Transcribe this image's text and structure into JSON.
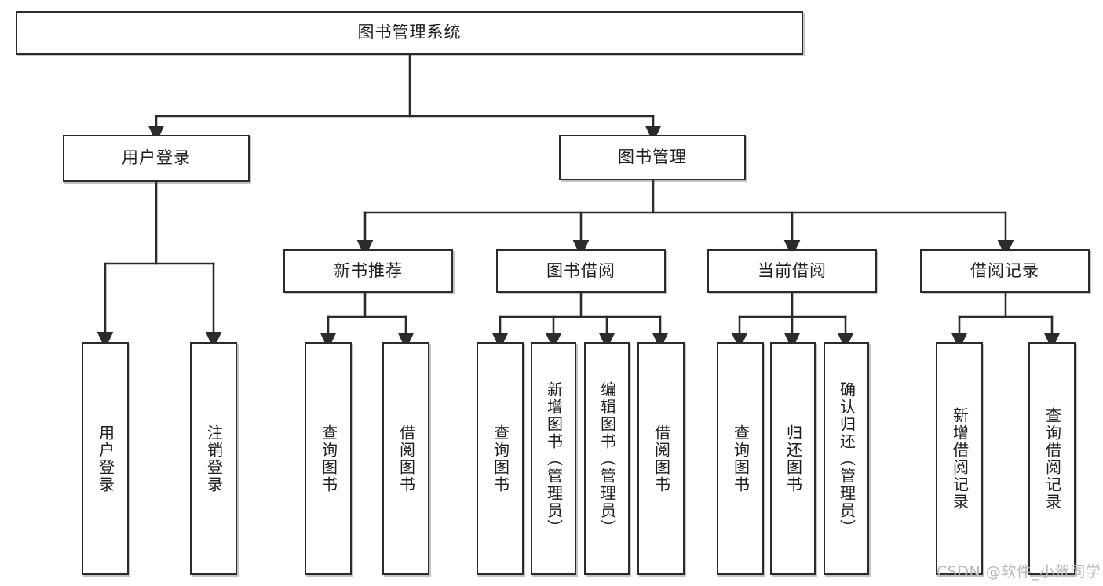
{
  "diagram": {
    "title": "图书管理系统",
    "type": "functional-structure-tree",
    "root": {
      "label": "图书管理系统"
    },
    "level2": [
      {
        "label": "用户登录"
      },
      {
        "label": "图书管理"
      }
    ],
    "level3": [
      {
        "label": "新书推荐"
      },
      {
        "label": "图书借阅"
      },
      {
        "label": "当前借阅"
      },
      {
        "label": "借阅记录"
      }
    ],
    "leaves": {
      "user_login": [
        {
          "label": "用户登录"
        },
        {
          "label": "注销登录"
        }
      ],
      "new_book_recommend": [
        {
          "label": "查询图书"
        },
        {
          "label": "借阅图书"
        }
      ],
      "book_borrow": [
        {
          "label": "查询图书"
        },
        {
          "label": "新增图书（管理员）"
        },
        {
          "label": "编辑图书（管理员）"
        },
        {
          "label": "借阅图书"
        }
      ],
      "current_borrow": [
        {
          "label": "查询图书"
        },
        {
          "label": "归还图书"
        },
        {
          "label": "确认归还（管理员）"
        }
      ],
      "borrow_record": [
        {
          "label": "新增借阅记录"
        },
        {
          "label": "查询借阅记录"
        }
      ]
    }
  },
  "colors": {
    "stroke": "#2b2b2b",
    "fill": "#ffffff",
    "text": "#1d1d1d",
    "watermark": "#b9b9b9"
  },
  "watermark": {
    "text": "CSDN @软件_小贺同学"
  }
}
